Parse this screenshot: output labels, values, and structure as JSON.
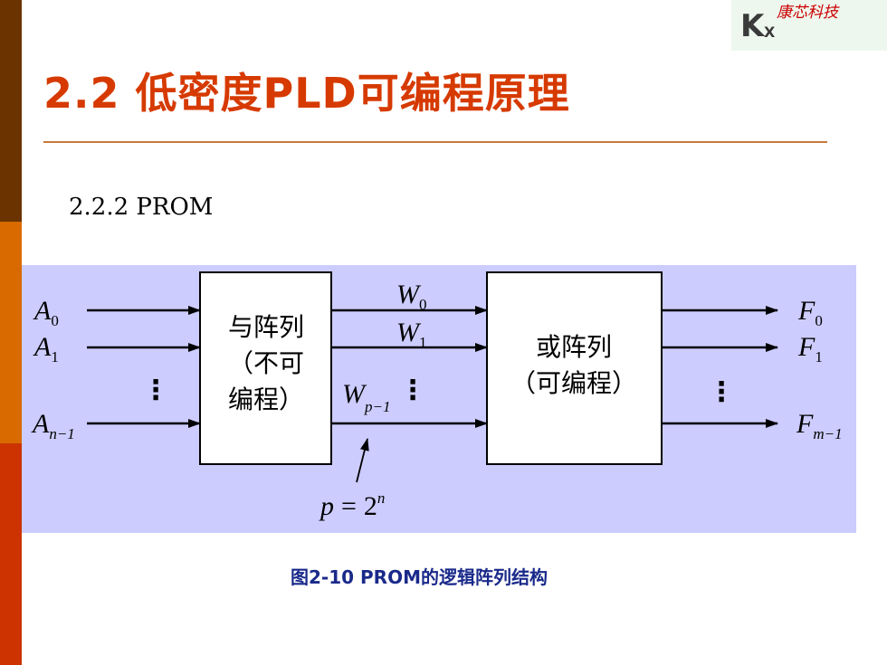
{
  "logo": {
    "letter_k": "K",
    "letter_x": "X",
    "company_name": "康芯科技"
  },
  "slide": {
    "title": "2.2 低密度PLD可编程原理",
    "section": "2.2.2 PROM",
    "caption": "图2-10 PROM的逻辑阵列结构"
  },
  "diagram": {
    "and_array": {
      "line1": "与阵列",
      "line2": "（不可",
      "line3": "编程）"
    },
    "or_array": {
      "line1": "或阵列",
      "line2": "（可编程）"
    },
    "inputs": [
      {
        "base": "A",
        "sub": "0"
      },
      {
        "base": "A",
        "sub": "1"
      },
      {
        "base": "A",
        "sub": "n−1"
      }
    ],
    "word_lines": [
      {
        "base": "W",
        "sub": "0"
      },
      {
        "base": "W",
        "sub": "1"
      },
      {
        "base": "W",
        "sub": "p−1"
      }
    ],
    "outputs": [
      {
        "base": "F",
        "sub": "0"
      },
      {
        "base": "F",
        "sub": "1"
      },
      {
        "base": "F",
        "sub": "m−1"
      }
    ],
    "ellipsis": "⋮",
    "equation": {
      "lhs": "p",
      "eq": "=",
      "base": "2",
      "sup": "n"
    }
  },
  "colors": {
    "title": "#d63a00",
    "caption": "#1a2a8a",
    "diagram_bg": "#ccccff",
    "sidebar_top": "#6b3300",
    "sidebar_mid": "#d86a00",
    "sidebar_bot": "#cc3300"
  }
}
